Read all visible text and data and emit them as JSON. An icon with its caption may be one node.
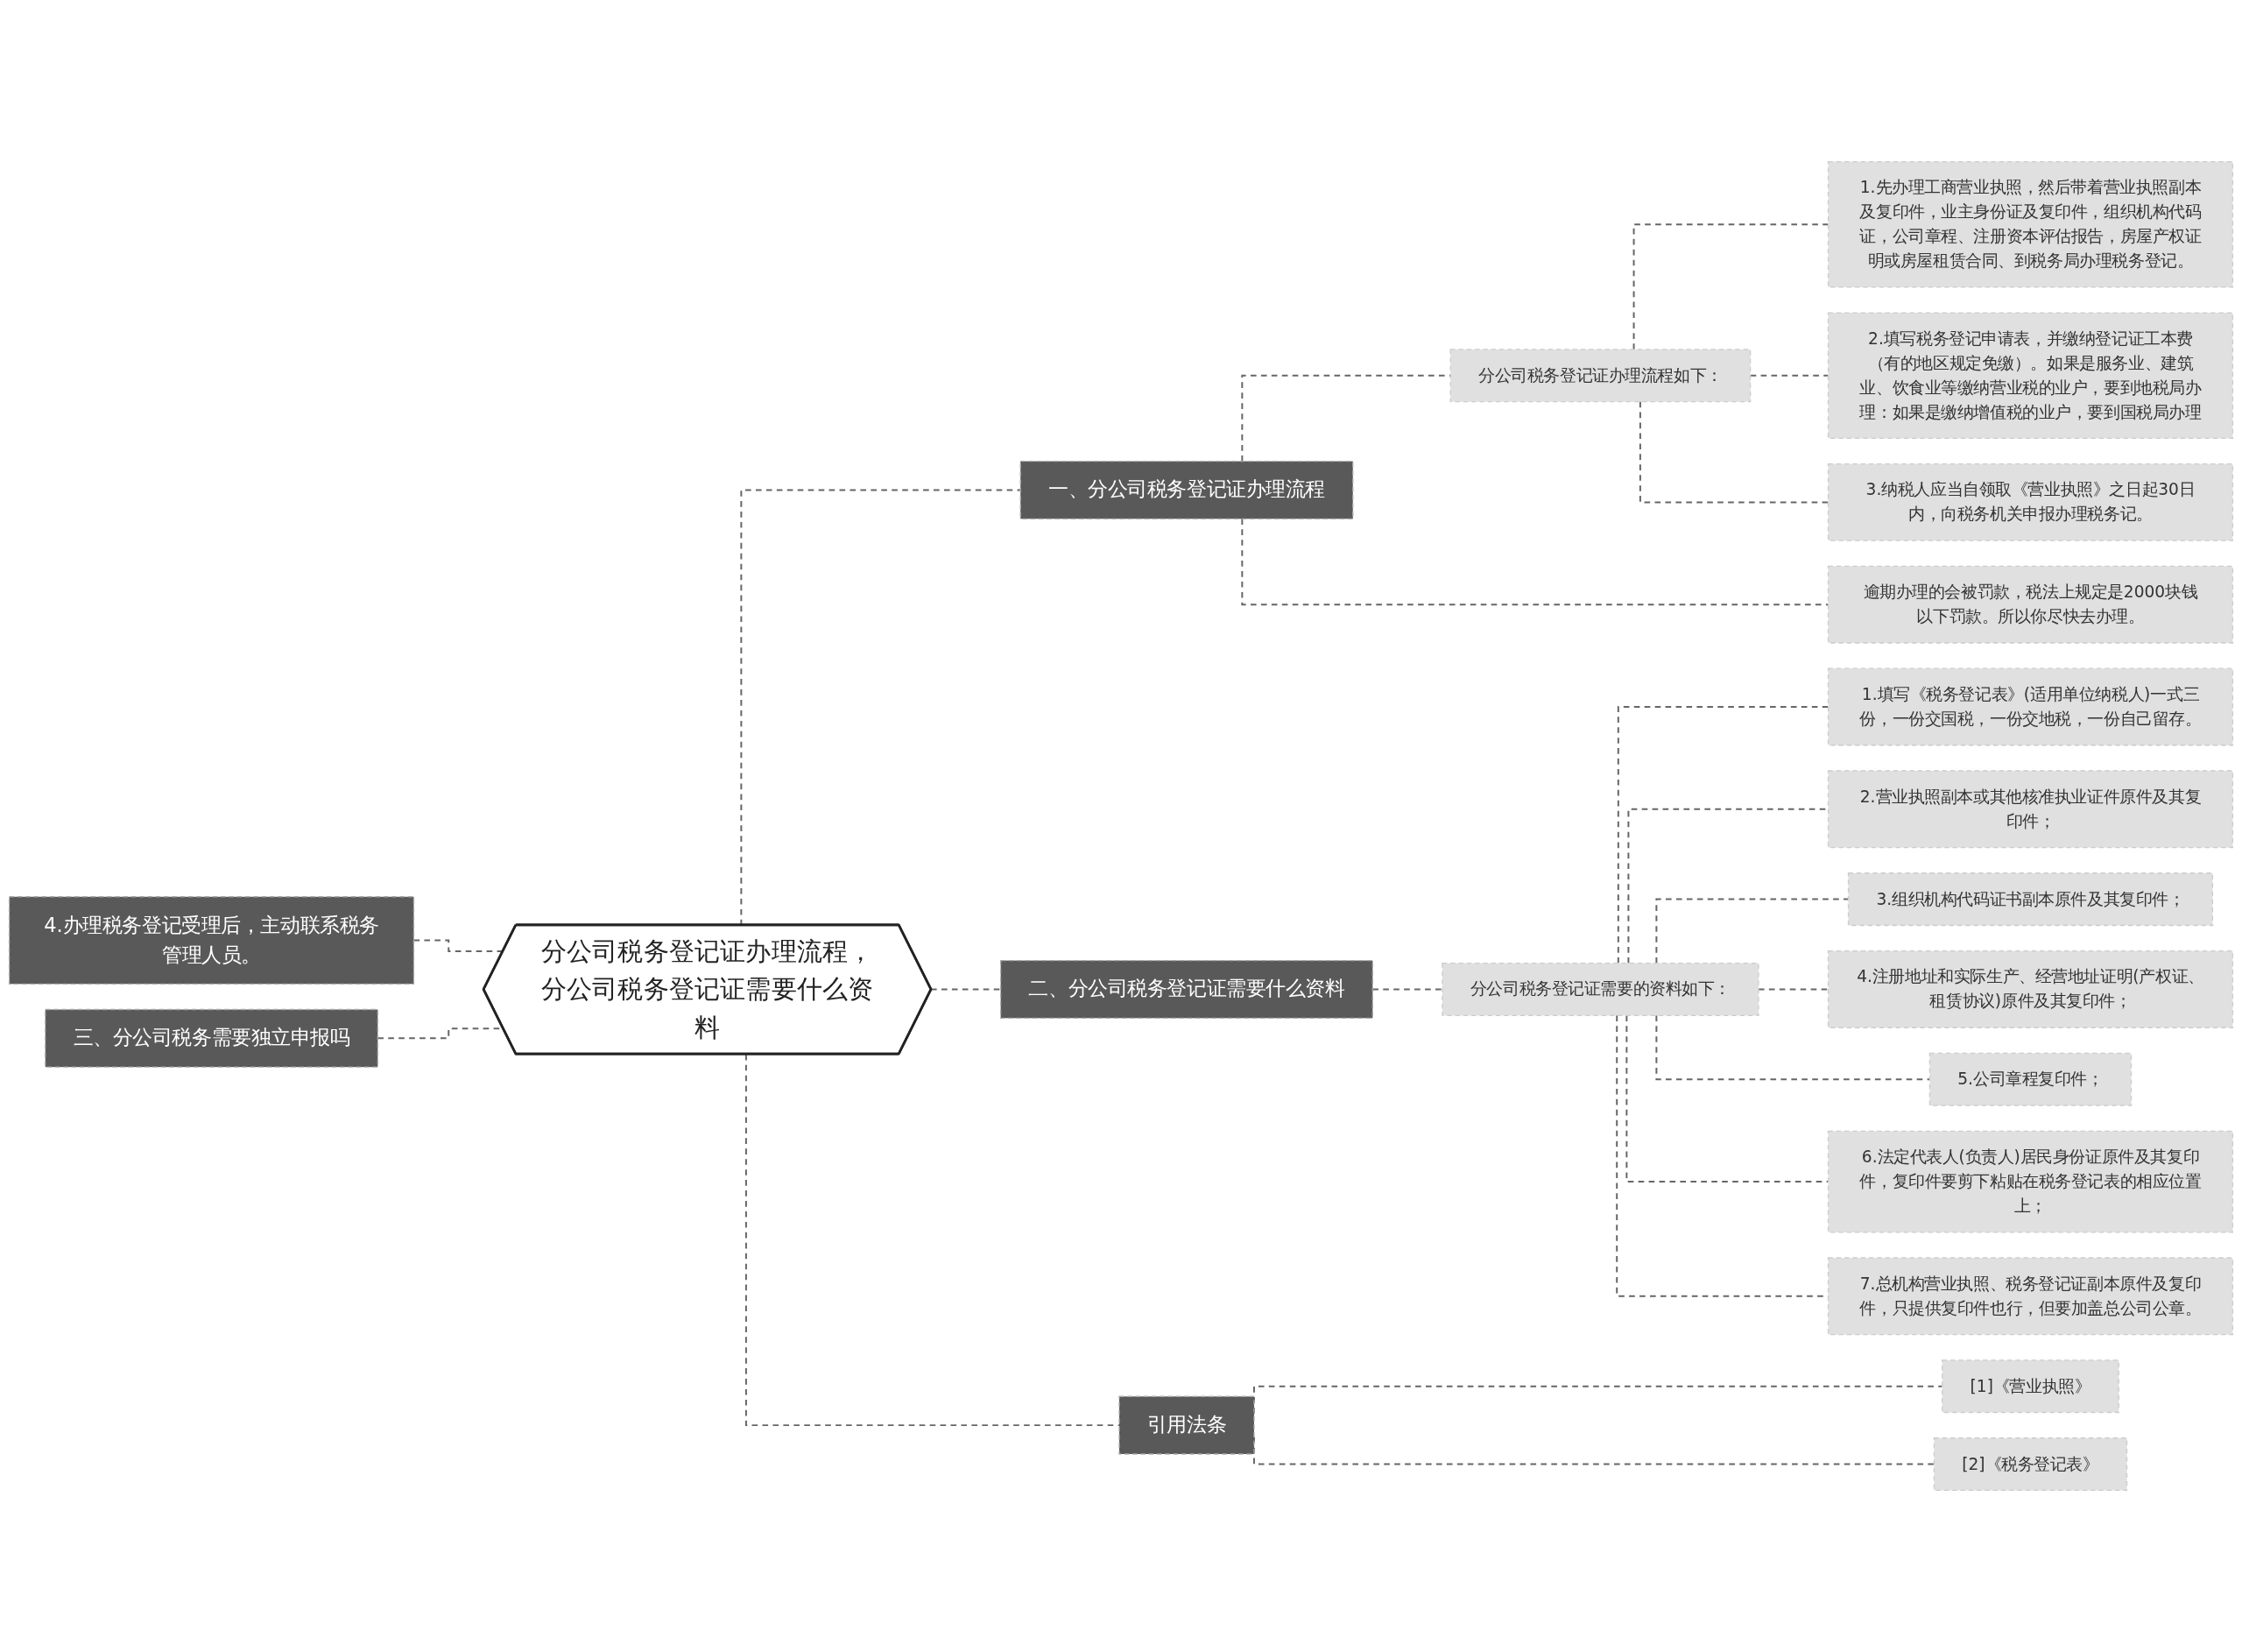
{
  "diagram": {
    "nodes": [
      {
        "text": [
          "分公司税务登记证办理流程，分公司税务登记证需要什么资料"
        ]
      },
      {
        "text": [
          "一、分公司税务登记证办理流程"
        ]
      },
      {
        "text": [
          "分公司税务登记证办理流程如下："
        ]
      },
      {
        "text": [
          "1.先办理工商营业执照，然后带着营业执照副本及复印件，业主身份证及复印件，组织机构代码证，公司章程、注册资本评估报告，房屋产权证明或房屋租赁合同、到税务局办理税务登记。"
        ]
      },
      {
        "text": [
          "2.填写税务登记申请表，并缴纳登记证工本费（有的地区规定免缴）。如果是服务业、建筑业、饮食业等缴纳营业税的业户，要到地税局办理：如果是缴纳增值税的业户，要到国税局办理"
        ]
      },
      {
        "text": [
          "3.纳税人应当自领取《营业执照》之日起30日内，向税务机关申报办理税务记。"
        ]
      },
      {
        "text": [
          "逾期办理的会被罚款，税法上规定是2000块钱以下罚款。所以你尽快去办理。"
        ]
      },
      {
        "text": [
          "二、分公司税务登记证需要什么资料"
        ]
      },
      {
        "text": [
          "分公司税务登记证需要的资料如下："
        ]
      },
      {
        "text": [
          "1.填写《税务登记表》(适用单位纳税人)一式三份，一份交国税，一份交地税，一份自己留存。"
        ]
      },
      {
        "text": [
          "2.营业执照副本或其他核准执业证件原件及其复印件；"
        ]
      },
      {
        "text": [
          "3.组织机构代码证书副本原件及其复印件；"
        ]
      },
      {
        "text": [
          "4.注册地址和实际生产、经营地址证明(产权证、租赁协议)原件及其复印件；"
        ]
      },
      {
        "text": [
          "5.公司章程复印件；"
        ]
      },
      {
        "text": [
          "6.法定代表人(负责人)居民身份证原件及其复印件，复印件要剪下粘贴在税务登记表的相应位置上；"
        ]
      },
      {
        "text": [
          "7.总机构营业执照、税务登记证副本原件及复印件，只提供复印件也行，但要加盖总公司公章。"
        ]
      },
      {
        "text": [
          "引用法条"
        ]
      },
      {
        "text": [
          "[1]《营业执照》"
        ]
      },
      {
        "text": [
          "[2]《税务登记表》"
        ]
      },
      {
        "text": [
          "4.办理税务登记受理后，主动联系税务管理人员。"
        ]
      },
      {
        "text": [
          "三、分公司税务需要独立申报吗"
        ]
      }
    ],
    "edges": [
      {
        "from": 0,
        "to": 1,
        "arrow": "none"
      },
      {
        "from": 1,
        "to": 2,
        "arrow": "none"
      },
      {
        "from": 2,
        "to": 3,
        "arrow": "none"
      },
      {
        "from": 2,
        "to": 4,
        "arrow": "none"
      },
      {
        "from": 2,
        "to": 5,
        "arrow": "none"
      },
      {
        "from": 1,
        "to": 6,
        "arrow": "none"
      },
      {
        "from": 0,
        "to": 7,
        "arrow": "none"
      },
      {
        "from": 7,
        "to": 8,
        "arrow": "none"
      },
      {
        "from": 8,
        "to": 9,
        "arrow": "none"
      },
      {
        "from": 8,
        "to": 10,
        "arrow": "none"
      },
      {
        "from": 8,
        "to": 11,
        "arrow": "none"
      },
      {
        "from": 8,
        "to": 12,
        "arrow": "none"
      },
      {
        "from": 8,
        "to": 13,
        "arrow": "none"
      },
      {
        "from": 8,
        "to": 14,
        "arrow": "none"
      },
      {
        "from": 8,
        "to": 15,
        "arrow": "none"
      },
      {
        "from": 0,
        "to": 16,
        "arrow": "none"
      },
      {
        "from": 16,
        "to": 17,
        "arrow": "none"
      },
      {
        "from": 16,
        "to": 18,
        "arrow": "none"
      },
      {
        "from": 19,
        "to": 0,
        "arrow": "none"
      },
      {
        "from": 20,
        "to": 0,
        "arrow": "none"
      }
    ]
  }
}
